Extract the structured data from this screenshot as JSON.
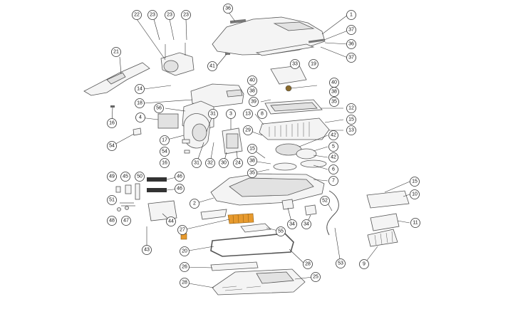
{
  "colors": {
    "line": "#333333",
    "part_fill": "#f4f4f4",
    "highlight": "#e79a2e",
    "background": "#ffffff"
  },
  "callouts": [
    {
      "id": "c36a",
      "text": "36"
    },
    {
      "id": "c22",
      "text": "22"
    },
    {
      "id": "c23a",
      "text": "23"
    },
    {
      "id": "c23b",
      "text": "23"
    },
    {
      "id": "c23c",
      "text": "23"
    },
    {
      "id": "c1",
      "text": "1"
    },
    {
      "id": "c37a",
      "text": "37"
    },
    {
      "id": "c36b",
      "text": "36"
    },
    {
      "id": "c37b",
      "text": "37"
    },
    {
      "id": "c21",
      "text": "21"
    },
    {
      "id": "c41",
      "text": "41"
    },
    {
      "id": "c33",
      "text": "33"
    },
    {
      "id": "c19",
      "text": "19"
    },
    {
      "id": "c14",
      "text": "14"
    },
    {
      "id": "c40a",
      "text": "40"
    },
    {
      "id": "c40b",
      "text": "40"
    },
    {
      "id": "c38a",
      "text": "38"
    },
    {
      "id": "c38b",
      "text": "38"
    },
    {
      "id": "c35a",
      "text": "35"
    },
    {
      "id": "c39",
      "text": "39"
    },
    {
      "id": "c18",
      "text": "18"
    },
    {
      "id": "c56",
      "text": "56"
    },
    {
      "id": "c12",
      "text": "12"
    },
    {
      "id": "c31a",
      "text": "31"
    },
    {
      "id": "c3",
      "text": "3"
    },
    {
      "id": "c13a",
      "text": "13"
    },
    {
      "id": "c8",
      "text": "8"
    },
    {
      "id": "c15a",
      "text": "15"
    },
    {
      "id": "c4",
      "text": "4"
    },
    {
      "id": "c13b",
      "text": "13"
    },
    {
      "id": "c16a",
      "text": "16"
    },
    {
      "id": "c29",
      "text": "29"
    },
    {
      "id": "c42a",
      "text": "42"
    },
    {
      "id": "c17",
      "text": "17"
    },
    {
      "id": "c54a",
      "text": "54"
    },
    {
      "id": "c54b",
      "text": "54"
    },
    {
      "id": "c5",
      "text": "5"
    },
    {
      "id": "c15b",
      "text": "15"
    },
    {
      "id": "c42b",
      "text": "42"
    },
    {
      "id": "c16b",
      "text": "16"
    },
    {
      "id": "c31b",
      "text": "31"
    },
    {
      "id": "c32",
      "text": "32"
    },
    {
      "id": "c30",
      "text": "30"
    },
    {
      "id": "c24",
      "text": "24"
    },
    {
      "id": "c38c",
      "text": "38"
    },
    {
      "id": "c6",
      "text": "6"
    },
    {
      "id": "c35b",
      "text": "35"
    },
    {
      "id": "c49",
      "text": "49"
    },
    {
      "id": "c45",
      "text": "45"
    },
    {
      "id": "c50",
      "text": "50"
    },
    {
      "id": "c46a",
      "text": "46"
    },
    {
      "id": "c46b",
      "text": "46"
    },
    {
      "id": "c7",
      "text": "7"
    },
    {
      "id": "c15c",
      "text": "15"
    },
    {
      "id": "c10",
      "text": "10"
    },
    {
      "id": "c51",
      "text": "51"
    },
    {
      "id": "c2",
      "text": "2"
    },
    {
      "id": "c52",
      "text": "52"
    },
    {
      "id": "c48",
      "text": "48"
    },
    {
      "id": "c47",
      "text": "47"
    },
    {
      "id": "c44",
      "text": "44"
    },
    {
      "id": "c34a",
      "text": "34"
    },
    {
      "id": "c34b",
      "text": "34"
    },
    {
      "id": "c55",
      "text": "55"
    },
    {
      "id": "c11",
      "text": "11"
    },
    {
      "id": "c27",
      "text": "27"
    },
    {
      "id": "c43",
      "text": "43"
    },
    {
      "id": "c20",
      "text": "20"
    },
    {
      "id": "c53",
      "text": "53"
    },
    {
      "id": "c9",
      "text": "9"
    },
    {
      "id": "c26",
      "text": "26"
    },
    {
      "id": "c28a",
      "text": "28"
    },
    {
      "id": "c25",
      "text": "25"
    },
    {
      "id": "c28b",
      "text": "28"
    }
  ]
}
